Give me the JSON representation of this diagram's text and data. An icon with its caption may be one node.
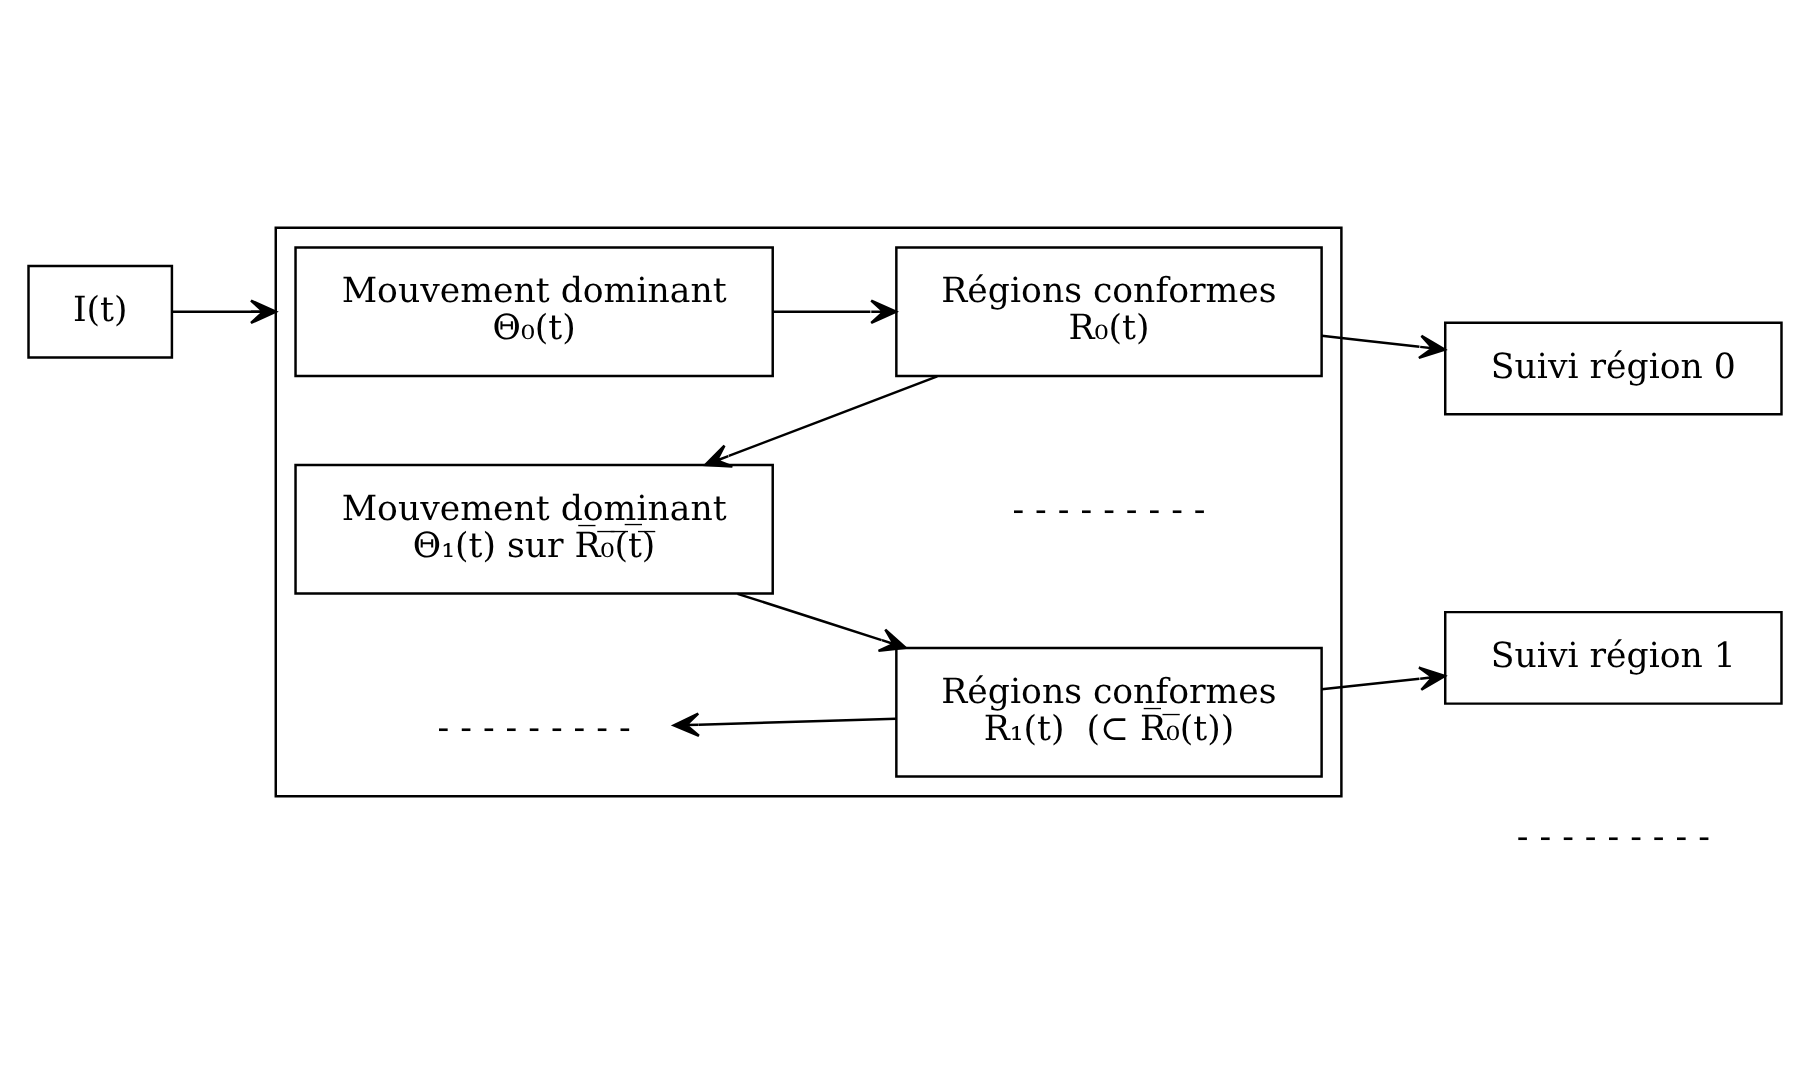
{
  "diagram": {
    "nodes": [
      {
        "text": [
          "I(t)"
        ]
      },
      {
        "text": [],
        "shape": "box"
      },
      {
        "text": [
          "Mouvement dominant",
          "Θ₀(t)"
        ],
        "in": 1
      },
      {
        "text": [
          "Régions conformes",
          "R₀(t)"
        ],
        "in": 1
      },
      {
        "text": [
          "Suivi région 0"
        ]
      },
      {
        "text": [
          "Mouvement dominant",
          "Θ₁(t) sur R̅₀̅(̅t̅)̅"
        ],
        "in": 1
      },
      {
        "text": [
          "Régions conformes",
          "R₁(t)  (⊂ R̅₀̅(t))"
        ],
        "in": 1
      },
      {
        "text": [
          "Suivi région 1"
        ]
      },
      {
        "text": [
          "- - - - - - - - -"
        ],
        "in": 1
      }
    ],
    "edges": [
      {
        "from": 0,
        "to": 1,
        "arrow": "to"
      },
      {
        "from": 2,
        "to": 3,
        "arrow": "to"
      },
      {
        "from": 3,
        "to": 4,
        "arrow": "to"
      },
      {
        "from": 3,
        "to": 5,
        "arrow": "to"
      },
      {
        "from": 5,
        "to": 6,
        "arrow": "to"
      },
      {
        "from": 6,
        "to": 7,
        "arrow": "to"
      },
      {
        "from": 6,
        "to": 8,
        "arrow": "to"
      }
    ],
    "labels": [
      "- - - - - - - - -",
      "- - - - - - - - -"
    ]
  }
}
